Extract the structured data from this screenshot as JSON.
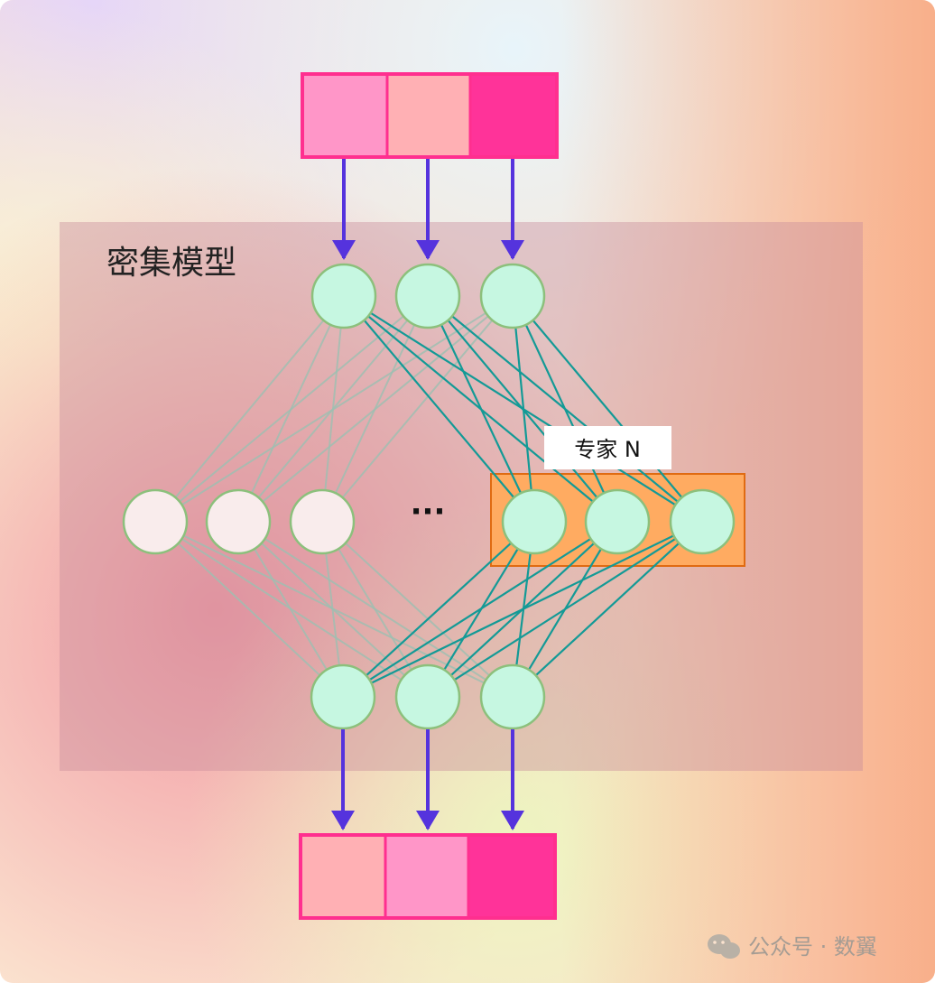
{
  "title": "密集模型",
  "expert_label": "专家 N",
  "ellipsis": "···",
  "watermark": "公众号 · 数翼",
  "colors": {
    "input_cells": [
      "#ff96c8",
      "#ffb0b4",
      "#ff3399"
    ],
    "output_cells": [
      "#ffb0b4",
      "#ff96c8",
      "#ff3399"
    ],
    "arrow": "#5533dd",
    "active_edge": "#139a96",
    "faded_edge": "#9cbfb2",
    "active_node": "#c6f7e1",
    "faded_node": "#f9ecec",
    "node_stroke": "#8cc07c",
    "expert_box": "#ffab61",
    "expert_box_stroke": "#e06b12"
  },
  "network": {
    "input_nodes": 3,
    "output_nodes": 3,
    "inactive_hidden_nodes": 3,
    "expert_hidden_nodes": 3
  }
}
